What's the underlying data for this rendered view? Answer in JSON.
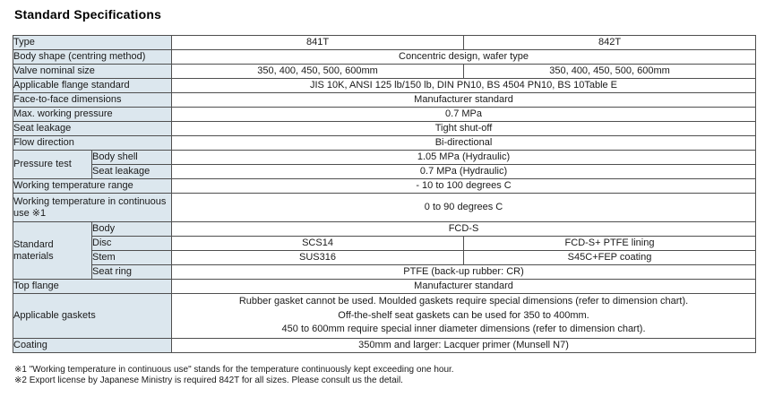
{
  "page": {
    "title": "Standard Specifications"
  },
  "colors": {
    "header_bg": "#dce7ee",
    "inner_border": "#4f4f4f",
    "outer_border": "#2b2b2b"
  },
  "table": {
    "rows": {
      "type": {
        "label": "Type",
        "v841": "841T",
        "v842": "842T"
      },
      "body_shape": {
        "label": "Body shape (centring method)",
        "value": "Concentric design, wafer type"
      },
      "valve_size": {
        "label": "Valve nominal size",
        "v841": "350, 400, 450, 500, 600mm",
        "v842": "350, 400, 450, 500, 600mm"
      },
      "flange": {
        "label": "Applicable flange standard",
        "value": "JIS 10K, ANSI 125 lb/150 lb, DIN PN10, BS 4504 PN10, BS 10Table E"
      },
      "face": {
        "label": "Face-to-face dimensions",
        "value": "Manufacturer standard"
      },
      "max_pressure": {
        "label": "Max. working pressure",
        "value": "0.7 MPa"
      },
      "seat_leakage": {
        "label": "Seat leakage",
        "value": "Tight shut-off"
      },
      "flow_direction": {
        "label": "Flow direction",
        "value": "Bi-directional"
      },
      "pressure_test": {
        "label": "Pressure test",
        "sub1": "Body shell",
        "v1": "1.05 MPa (Hydraulic)",
        "sub2": "Seat leakage",
        "v2": "0.7 MPa (Hydraulic)"
      },
      "working_temp": {
        "label": "Working temperature range",
        "value": "- 10 to 100 degrees C"
      },
      "working_temp_cont": {
        "label": "Working temperature in continuous use ※1",
        "value": "0 to 90 degrees C"
      },
      "materials": {
        "label": "Standard materials",
        "body": {
          "sub": "Body",
          "value": "FCD-S"
        },
        "disc": {
          "sub": "Disc",
          "v841": "SCS14",
          "v842": "FCD-S+ PTFE lining"
        },
        "stem": {
          "sub": "Stem",
          "v841": "SUS316",
          "v842": "S45C+FEP coating"
        },
        "seat_ring": {
          "sub": "Seat ring",
          "value": "PTFE (back-up rubber: CR)"
        }
      },
      "top_flange": {
        "label": "Top flange",
        "value": "Manufacturer standard"
      },
      "gaskets": {
        "label": "Applicable gaskets",
        "line1": "Rubber gasket cannot be used. Moulded gaskets require special dimensions (refer to dimension chart).",
        "line2": "Off-the-shelf seat gaskets can be used for 350 to 400mm.",
        "line3": "450 to 600mm require special inner diameter dimensions (refer to dimension chart)."
      },
      "coating": {
        "label": "Coating",
        "value": "350mm and larger: Lacquer primer (Munsell N7)"
      }
    }
  },
  "footnotes": [
    "※1 \"Working temperature in continuous use\" stands for the temperature continuously kept exceeding one hour.",
    "※2 Export license by Japanese Ministry is required 842T for all sizes. Please consult us the detail."
  ]
}
